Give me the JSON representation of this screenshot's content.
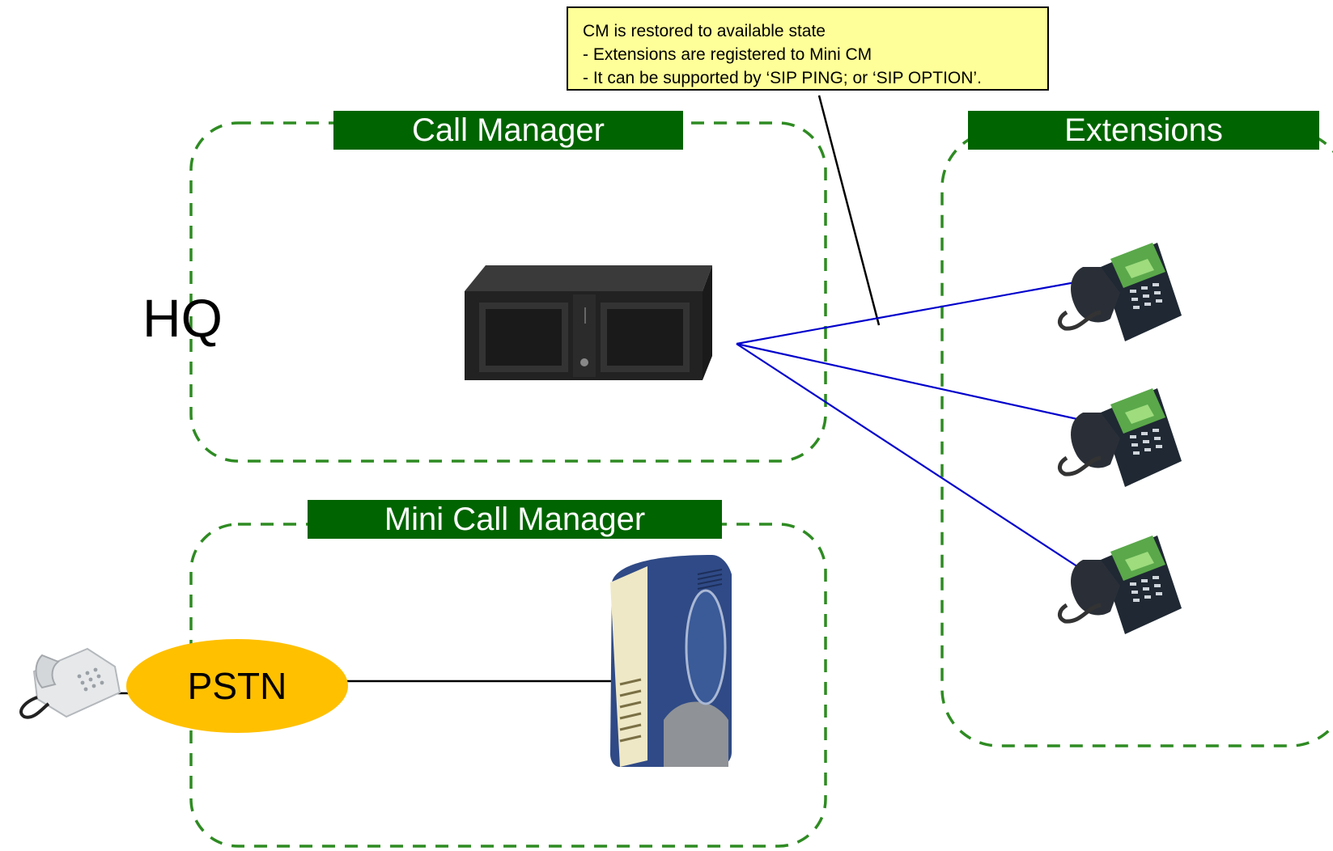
{
  "zones": {
    "call_manager": "Call Manager",
    "mini_call_manager": "Mini Call Manager",
    "extensions": "Extensions"
  },
  "site_label": "HQ",
  "pstn_label": "PSTN",
  "note": {
    "line1": "CM is restored to available state",
    "line2": "- Extensions are registered to Mini CM",
    "line3": "- It can be supported by ‘SIP PING; or ‘SIP OPTION’."
  },
  "colors": {
    "zone_border": "#2e8b22",
    "label_fill": "#006400",
    "note_fill": "#ffff99",
    "pstn_fill": "#ffc000",
    "link_blue": "#0000cc"
  },
  "icons": [
    "server-rack-icon",
    "ip-phone-icon",
    "gateway-icon",
    "analog-phone-icon"
  ]
}
